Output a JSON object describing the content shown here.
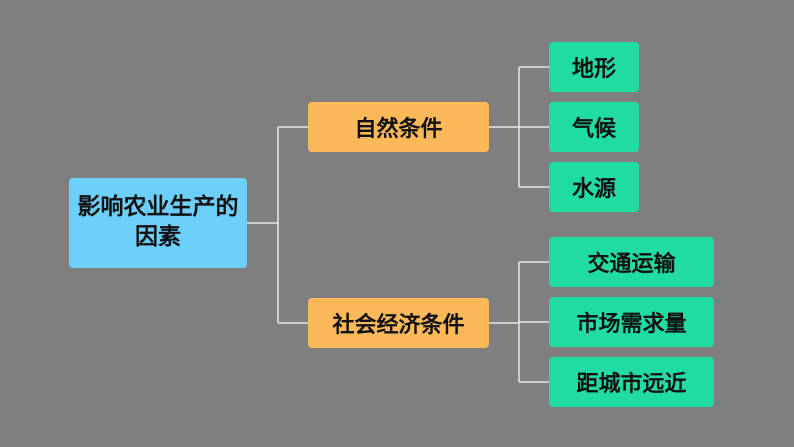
{
  "root": {
    "label": "影响农业生产的因素"
  },
  "branches": [
    {
      "label": "自然条件",
      "children": [
        "地形",
        "气候",
        "水源"
      ]
    },
    {
      "label": "社会经济条件",
      "children": [
        "交通运输",
        "市场需求量",
        "距城市远近"
      ]
    }
  ],
  "colors": {
    "background": "#7f7f7f",
    "root_fill": "#6dd0fb",
    "branch_fill": "#fbb95a",
    "leaf_fill": "#21dca2",
    "connector": "#e6e6e6"
  }
}
